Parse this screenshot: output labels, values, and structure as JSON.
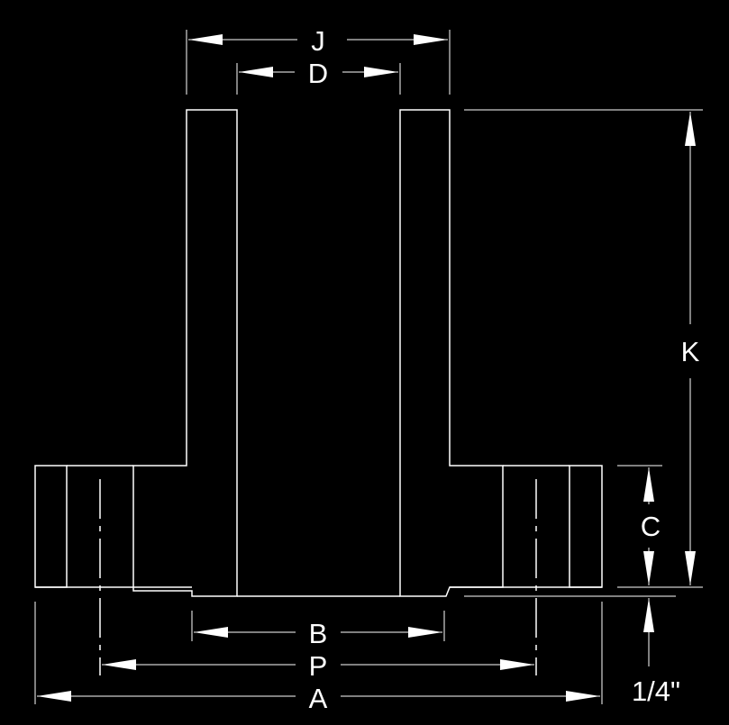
{
  "drawing": {
    "background": "#000000",
    "line_color": "#ffffff",
    "labels": {
      "J": "J",
      "D": "D",
      "K": "K",
      "C": "C",
      "B": "B",
      "P": "P",
      "A": "A",
      "raised_face": "1/4\""
    }
  }
}
